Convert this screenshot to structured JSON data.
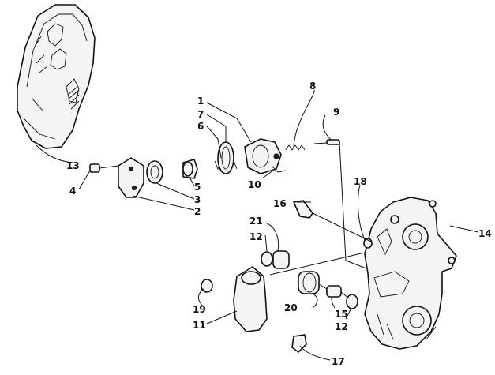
{
  "callouts": [
    {
      "id": "1",
      "label": "1"
    },
    {
      "id": "2",
      "label": "2"
    },
    {
      "id": "3",
      "label": "3"
    },
    {
      "id": "4",
      "label": "4"
    },
    {
      "id": "5",
      "label": "5"
    },
    {
      "id": "6",
      "label": "6"
    },
    {
      "id": "7",
      "label": "7"
    },
    {
      "id": "8",
      "label": "8"
    },
    {
      "id": "9",
      "label": "9"
    },
    {
      "id": "10",
      "label": "10"
    },
    {
      "id": "11",
      "label": "11"
    },
    {
      "id": "12a",
      "label": "12"
    },
    {
      "id": "12b",
      "label": "12"
    },
    {
      "id": "13",
      "label": "13"
    },
    {
      "id": "14",
      "label": "14"
    },
    {
      "id": "15",
      "label": "15"
    },
    {
      "id": "16",
      "label": "16"
    },
    {
      "id": "17",
      "label": "17"
    },
    {
      "id": "18",
      "label": "18"
    },
    {
      "id": "19",
      "label": "19"
    },
    {
      "id": "20",
      "label": "20"
    },
    {
      "id": "21",
      "label": "21"
    }
  ]
}
